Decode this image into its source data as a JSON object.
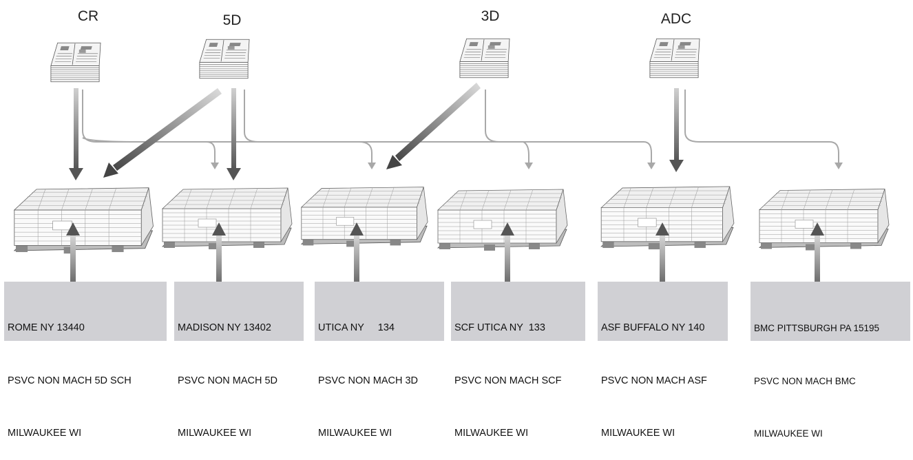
{
  "groups": [
    {
      "label": "CR"
    },
    {
      "label": "5D"
    },
    {
      "label": "3D"
    },
    {
      "label": "ADC"
    }
  ],
  "pallet_labels": [
    {
      "line1": "ROME NY 13440",
      "line2": "PSVC NON MACH 5D SCH",
      "line3": "MILWAUKEE WI"
    },
    {
      "line1": "MADISON NY 13402",
      "line2": "PSVC NON MACH 5D",
      "line3": "MILWAUKEE WI"
    },
    {
      "line1": "UTICA NY     134",
      "line2": "PSVC NON MACH 3D",
      "line3": "MILWAUKEE WI"
    },
    {
      "line1": "SCF UTICA NY  133",
      "line2": "PSVC NON MACH SCF",
      "line3": "MILWAUKEE WI"
    },
    {
      "line1": "ASF BUFFALO NY 140",
      "line2": "PSVC NON MACH ASF",
      "line3": "MILWAUKEE WI"
    },
    {
      "line1": "BMC PITTSBURGH PA 15195",
      "line2": "PSVC NON MACH BMC",
      "line3": "MILWAUKEE WI"
    }
  ],
  "colors": {
    "label_box": "#d0d0d4",
    "arrow_dark": "#6e6e6e",
    "arrow_light": "#a8a8a8",
    "pallet_line": "#777777"
  },
  "icons": [
    "newspaper-bundle-icon",
    "pallet-icon",
    "arrow"
  ]
}
